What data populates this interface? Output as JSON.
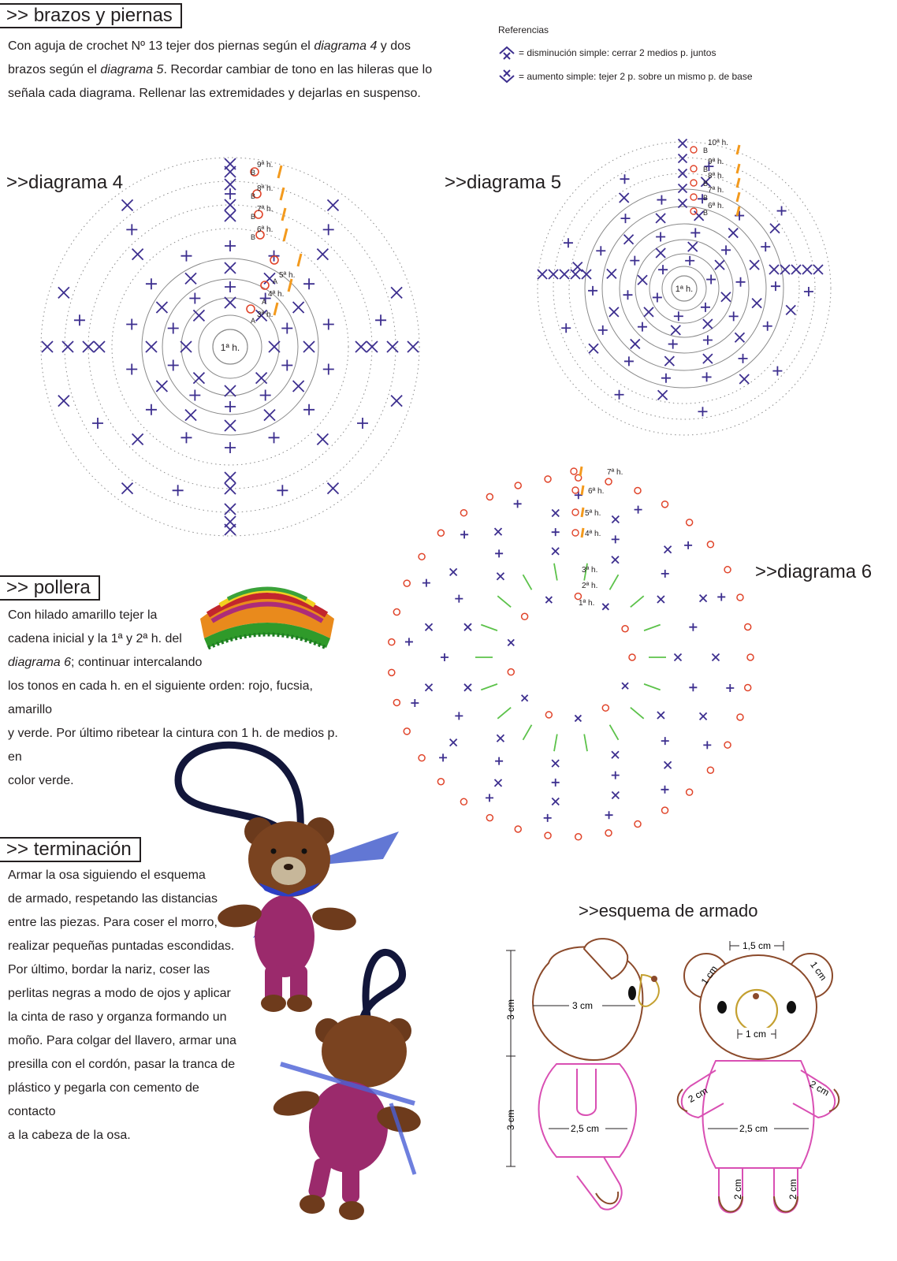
{
  "brazos": {
    "title": ">> brazos y piernas",
    "text": [
      {
        "plain": "Con aguja de crochet Nº 13 tejer dos piernas según el ",
        "em": "diagrama 4",
        "after": " y dos"
      },
      {
        "plain": "brazos según el ",
        "em": "diagrama 5",
        "after": ". Recordar cambiar de tono en las hileras que lo"
      },
      {
        "plain": "señala cada diagrama. Rellenar las extremidades y dejarlas en suspenso.",
        "em": "",
        "after": ""
      }
    ]
  },
  "referencias": {
    "title": "Referencias",
    "items": [
      {
        "text": "= disminución simple: cerrar 2 medios p. juntos",
        "icon": "decrease-symbol-icon"
      },
      {
        "text": "= aumento simple: tejer 2 p. sobre un mismo p. de base",
        "icon": "increase-symbol-icon"
      }
    ]
  },
  "diagrama4": {
    "title": ">>diagrama 4",
    "center": "1ª h.",
    "labels": [
      "9ª h.",
      "8ª h.",
      "7ª h.",
      "6ª h.",
      "5ª h.",
      "4ª h.",
      "3ª h."
    ],
    "marks": [
      "B",
      "B",
      "B",
      "B",
      "A",
      "A",
      "A"
    ]
  },
  "diagrama5": {
    "title": ">>diagrama 5",
    "center": "1ª h.",
    "labels": [
      "10ª h.",
      "9ª h.",
      "8ª h.",
      "7ª h.",
      "6ª h."
    ],
    "marks": [
      "B",
      "B",
      "B",
      "B",
      "B"
    ]
  },
  "diagrama6": {
    "title": ">>diagrama 6",
    "labels": [
      "7ª h.",
      "6ª h.",
      "5ª h.",
      "4ª h.",
      "3ª h.",
      "2ª h.",
      "1ª h."
    ]
  },
  "pollera": {
    "title": ">> pollera",
    "lines": [
      "Con hilado amarillo tejer la",
      "cadena inicial y la 1ª y 2ª h. del",
      "diagrama 6",
      "; continuar intercalando",
      "los tonos en cada h. en el siguiente orden: rojo, fucsia, amarillo",
      "y verde. Por último ribetear la cintura con 1 h. de medios p. en",
      "color verde."
    ]
  },
  "terminacion": {
    "title": ">> terminación",
    "lines": [
      "Armar la osa siguiendo el esquema",
      "de armado, respetando las distancias",
      "entre las piezas. Para coser el morro,",
      "realizar pequeñas puntadas escondidas.",
      "Por último, bordar la nariz, coser las",
      "perlitas negras a modo de ojos y aplicar",
      "la cinta de raso y organza formando un",
      "moño. Para colgar del llavero, armar una",
      "presilla con el cordón, pasar la tranca de",
      "plástico y pegarla con cemento de contacto",
      "a la cabeza de la osa."
    ]
  },
  "esquema": {
    "title": ">>esquema de armado",
    "dims": {
      "h1": "3 cm",
      "h2": "3 cm",
      "head_w": "3 cm",
      "body_w": "2,5 cm",
      "ear_w": "1,5 cm",
      "ear1": "1 cm",
      "ear2": "1 cm",
      "snout": "1 cm",
      "arm1": "2 cm",
      "arm2": "2 cm",
      "body_w2": "2,5 cm",
      "leg1": "2 cm",
      "leg2": "2 cm"
    }
  },
  "colors": {
    "ink": "#231f20",
    "purple": "#3d2f8f",
    "orange_circle": "#e0442a",
    "green_stitch": "#5cc24a",
    "orange_marker": "#f39a1e",
    "outline_brown": "#8b4a2b",
    "outline_pink": "#d94fb3",
    "gray_line": "#8a8a8a"
  }
}
